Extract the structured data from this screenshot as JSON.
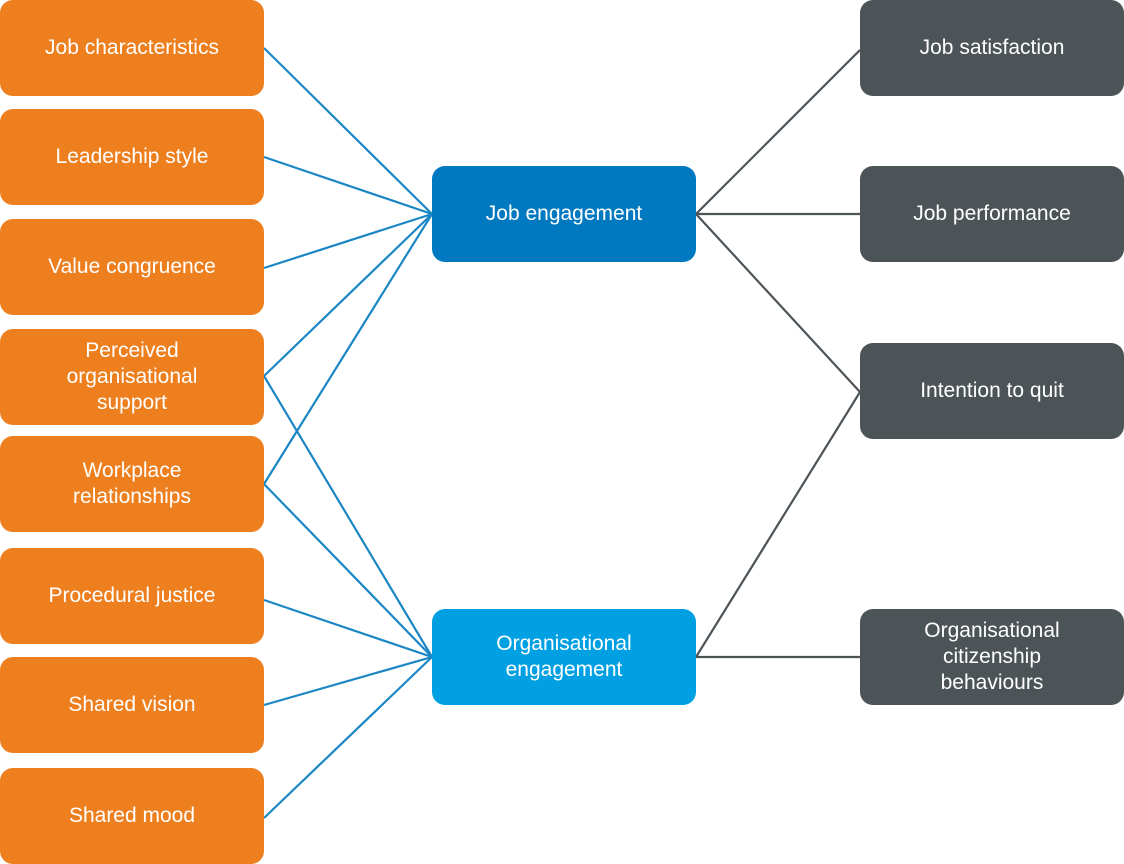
{
  "drivers": [
    "Job characteristics",
    "Leadership style",
    "Value congruence",
    "Perceived organisational support",
    "Workplace relationships",
    "Procedural justice",
    "Shared vision",
    "Shared mood"
  ],
  "engagement": [
    "Job engagement",
    "Organisational engagement"
  ],
  "outcomes": [
    "Job satisfaction",
    "Job performance",
    "Intention to quit",
    "Organisational citizenship behaviours"
  ],
  "links": {
    "drivers_to_engagement": [
      [
        "Job characteristics",
        "Job engagement"
      ],
      [
        "Leadership style",
        "Job engagement"
      ],
      [
        "Value congruence",
        "Job engagement"
      ],
      [
        "Perceived organisational support",
        "Job engagement"
      ],
      [
        "Perceived organisational support",
        "Organisational engagement"
      ],
      [
        "Workplace relationships",
        "Job engagement"
      ],
      [
        "Workplace relationships",
        "Organisational engagement"
      ],
      [
        "Procedural justice",
        "Organisational engagement"
      ],
      [
        "Shared vision",
        "Organisational engagement"
      ],
      [
        "Shared mood",
        "Organisational engagement"
      ]
    ],
    "engagement_to_outcomes": [
      [
        "Job engagement",
        "Job satisfaction"
      ],
      [
        "Job engagement",
        "Job performance"
      ],
      [
        "Job engagement",
        "Intention to quit"
      ],
      [
        "Organisational engagement",
        "Intention to quit"
      ],
      [
        "Organisational engagement",
        "Organisational citizenship behaviours"
      ]
    ]
  },
  "colors": {
    "driver_box": "#ee7f1e",
    "job_engagement_box": "#0079c1",
    "org_engagement_box": "#00a0e3",
    "outcome_box": "#4d5458",
    "driver_link": "#1a86c4",
    "outcome_link": "#4d5458"
  }
}
